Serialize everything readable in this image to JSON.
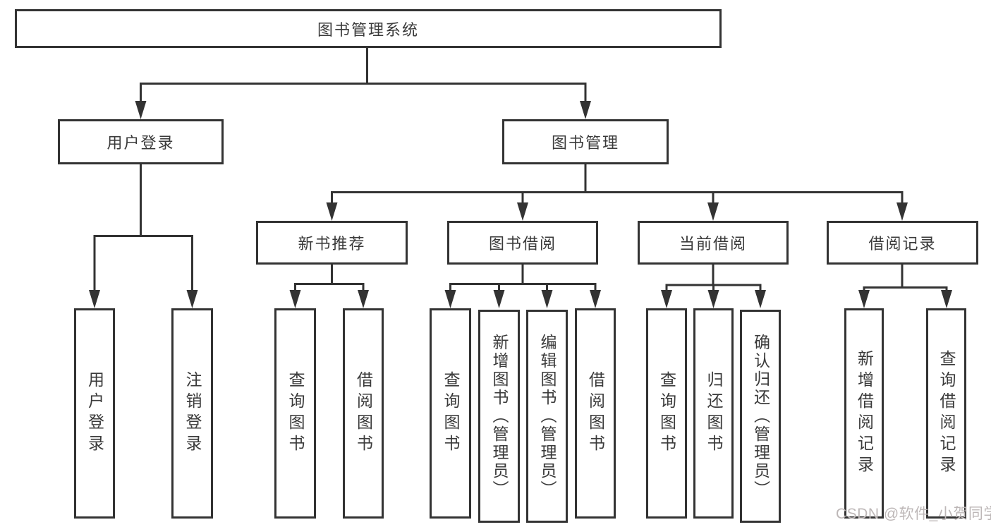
{
  "nodes": {
    "root": "图书管理系统",
    "user_login": "用户登录",
    "book_mgmt": "图书管理",
    "new_book_rec": "新书推荐",
    "book_borrow": "图书借阅",
    "current_borrow": "当前借阅",
    "borrow_records": "借阅记录"
  },
  "leaves": {
    "user_login": [
      "用户登录",
      "注销登录"
    ],
    "new_book_rec": [
      "查询图书",
      "借阅图书"
    ],
    "book_borrow": [
      "查询图书",
      "新增图书（管理员）",
      "编辑图书（管理员）",
      "借阅图书"
    ],
    "current_borrow": [
      "查询图书",
      "归还图书",
      "确认归还（管理员）"
    ],
    "borrow_records": [
      "新增借阅记录",
      "查询借阅记录"
    ]
  },
  "watermark": "CSDN @软件_小贺同学",
  "colors": {
    "line": "#333333",
    "text": "#333333",
    "watermark": "#bdb7b7",
    "background": "#ffffff"
  }
}
